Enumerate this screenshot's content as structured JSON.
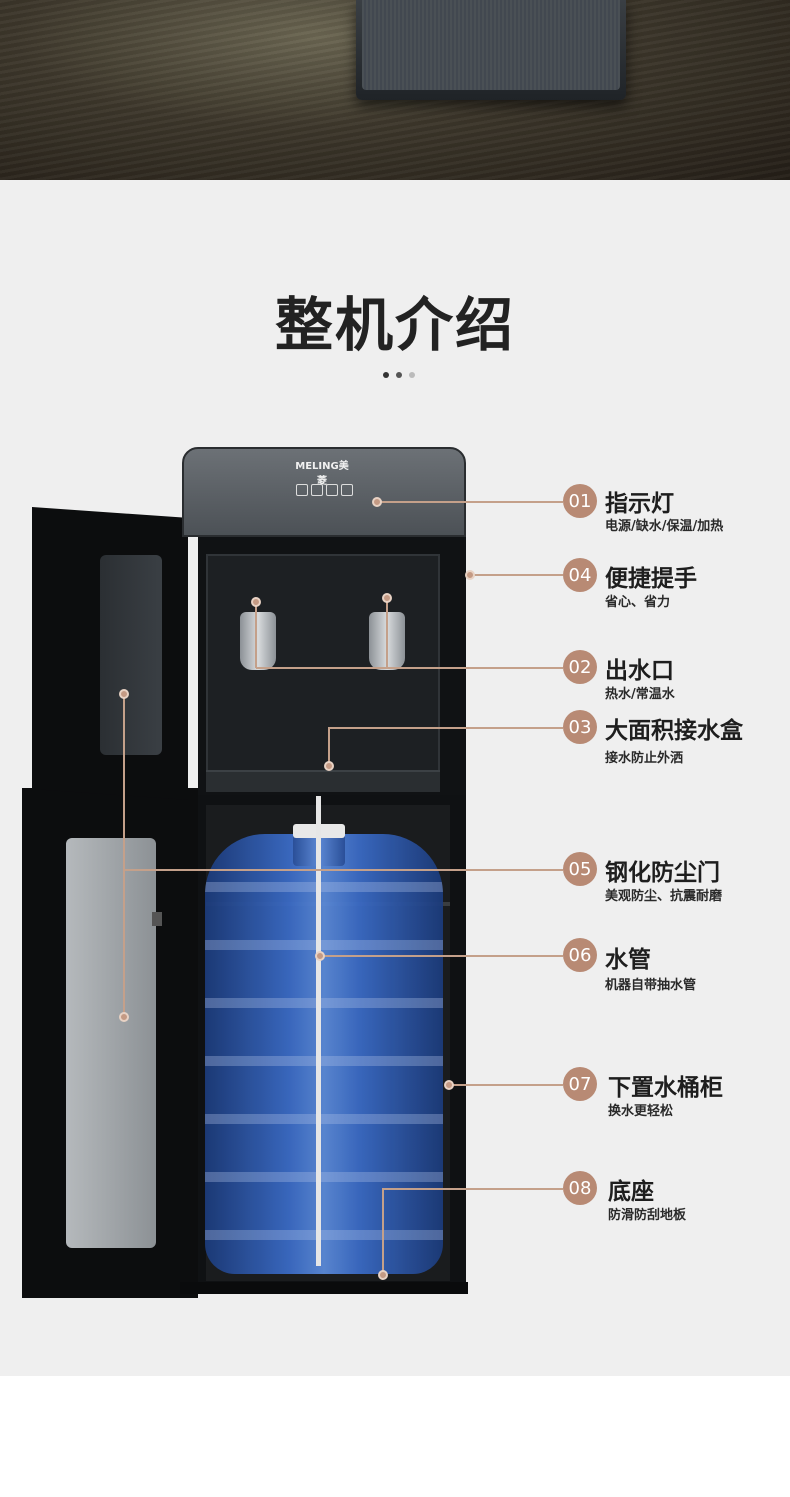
{
  "page_title": "整机介绍",
  "brand_logo": "MELING美菱",
  "pagination": {
    "dots": [
      "active",
      "active",
      "inactive"
    ]
  },
  "colors": {
    "accent": "#b88a74",
    "background": "#efefef",
    "title": "#222222"
  },
  "callouts": [
    {
      "number": "01",
      "title": "指示灯",
      "subtitle": "电源/缺水/保温/加热"
    },
    {
      "number": "04",
      "title": "便捷提手",
      "subtitle": "省心、省力"
    },
    {
      "number": "02",
      "title": "出水口",
      "subtitle": "热水/常温水"
    },
    {
      "number": "03",
      "title": "大面积接水盒",
      "subtitle": "接水防止外洒"
    },
    {
      "number": "05",
      "title": "钢化防尘门",
      "subtitle": "美观防尘、抗震耐磨"
    },
    {
      "number": "06",
      "title": "水管",
      "subtitle": "机器自带抽水管"
    },
    {
      "number": "07",
      "title": "下置水桶柜",
      "subtitle": "换水更轻松"
    },
    {
      "number": "08",
      "title": "底座",
      "subtitle": "防滑防刮地板"
    }
  ]
}
